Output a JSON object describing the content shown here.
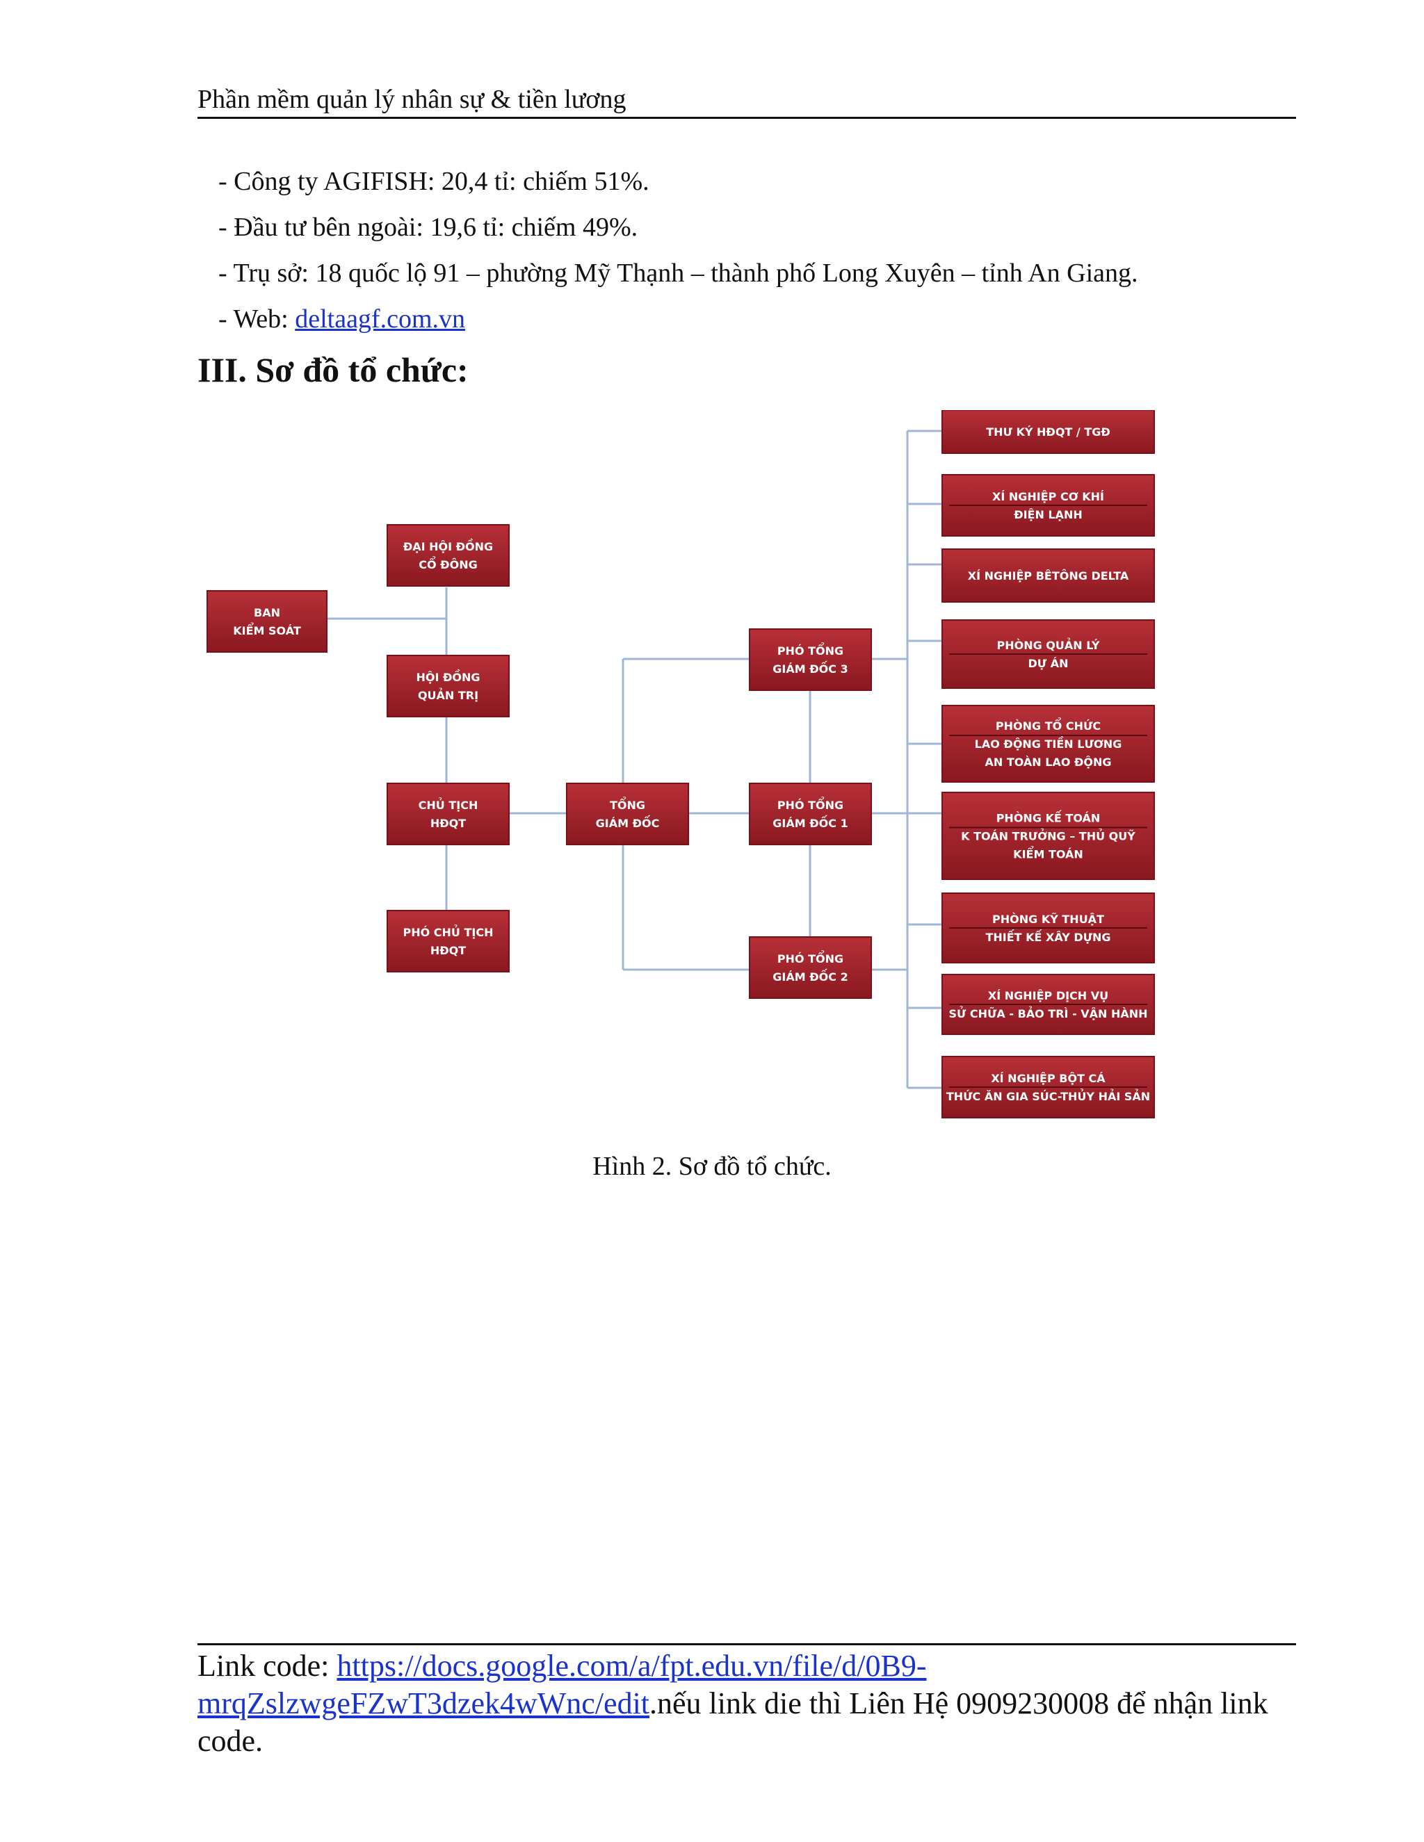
{
  "header": {
    "title": "Phần mềm quản lý nhân sự & tiền lương"
  },
  "body": {
    "lines": [
      "- Công ty AGIFISH:  20,4 tỉ: chiếm  51%.",
      "- Đầu tư bên ngoài:  19,6 tỉ: chiếm  49%.",
      "- Trụ sở:  18 quốc lộ 91 – phường  Mỹ Thạnh  – thành  phố  Long  Xuyên  – tỉnh  An Giang."
    ],
    "web_prefix": "- Web: ",
    "web_link": "deltaagf.com.vn"
  },
  "section": {
    "title": "III.  Sơ đồ tổ chức:"
  },
  "org_chart": {
    "colors": {
      "box": "#a8242c",
      "box_dark": "#7a1018",
      "line": "#9fb6d6"
    },
    "left_column": [
      {
        "id": "dhdcd",
        "lines": [
          "ĐẠI HỘI ĐỒNG",
          "CỔ ĐÔNG"
        ]
      },
      {
        "id": "bks",
        "lines": [
          "BAN",
          "KIỂM SOÁT"
        ]
      },
      {
        "id": "hdqt",
        "lines": [
          "HỘI ĐỒNG",
          "QUẢN TRỊ"
        ]
      },
      {
        "id": "ctqt",
        "lines": [
          "CHỦ TỊCH",
          "HĐQT"
        ]
      },
      {
        "id": "pct",
        "lines": [
          "PHÓ CHỦ TỊCH",
          "HĐQT"
        ]
      }
    ],
    "ceo": {
      "id": "tgd",
      "lines": [
        "TỔNG",
        "GIÁM ĐỐC"
      ]
    },
    "deputies": [
      {
        "id": "ptgd3",
        "lines": [
          "PHÓ TỔNG",
          "GIÁM ĐỐC 3"
        ]
      },
      {
        "id": "ptgd1",
        "lines": [
          "PHÓ TỔNG",
          "GIÁM ĐỐC 1"
        ]
      },
      {
        "id": "ptgd2",
        "lines": [
          "PHÓ TỔNG",
          "GIÁM ĐỐC 2"
        ]
      }
    ],
    "units": [
      {
        "id": "u1",
        "lines": [
          "THƯ KÝ HĐQT / TGĐ"
        ]
      },
      {
        "id": "u2",
        "lines": [
          "XÍ NGHIỆP CƠ KHÍ",
          "ĐIỆN LẠNH"
        ]
      },
      {
        "id": "u3",
        "lines": [
          "XÍ NGHIỆP BÊTÔNG DELTA"
        ]
      },
      {
        "id": "u4",
        "lines": [
          "PHÒNG QUẢN LÝ",
          "DỰ ÁN"
        ]
      },
      {
        "id": "u5",
        "lines": [
          "PHÒNG TỔ CHỨC",
          "LAO ĐỘNG TIỀN LƯƠNG",
          "AN TOÀN LAO ĐỘNG"
        ]
      },
      {
        "id": "u6",
        "lines": [
          "PHÒNG KẾ TOÁN",
          "K TOÁN TRƯỞNG – THỦ QUỸ",
          "KIỂM TOÁN"
        ]
      },
      {
        "id": "u7",
        "lines": [
          "PHÒNG KỸ THUẬT",
          "THIẾT KẾ XÂY DỰNG"
        ]
      },
      {
        "id": "u8",
        "lines": [
          "XÍ NGHIỆP DỊCH VỤ",
          "SỬ CHỮA - BẢO TRÌ - VẬN HÀNH"
        ]
      },
      {
        "id": "u9",
        "lines": [
          "XÍ NGHIỆP BỘT CÁ",
          "THỨC ĂN GIA SÚC-THỦY HẢI SẢN"
        ]
      }
    ]
  },
  "caption": "Hình  2. Sơ đồ tổ chức.",
  "footer": {
    "label": "Link code: ",
    "link": "https://docs.google.com/a/fpt.edu.vn/file/d/0B9-mrqZslzwgeFZwT3dzek4wWnc/edit",
    "suffix": ".nếu  link  die thì Liên Hệ 0909230008  để nhận link code."
  }
}
